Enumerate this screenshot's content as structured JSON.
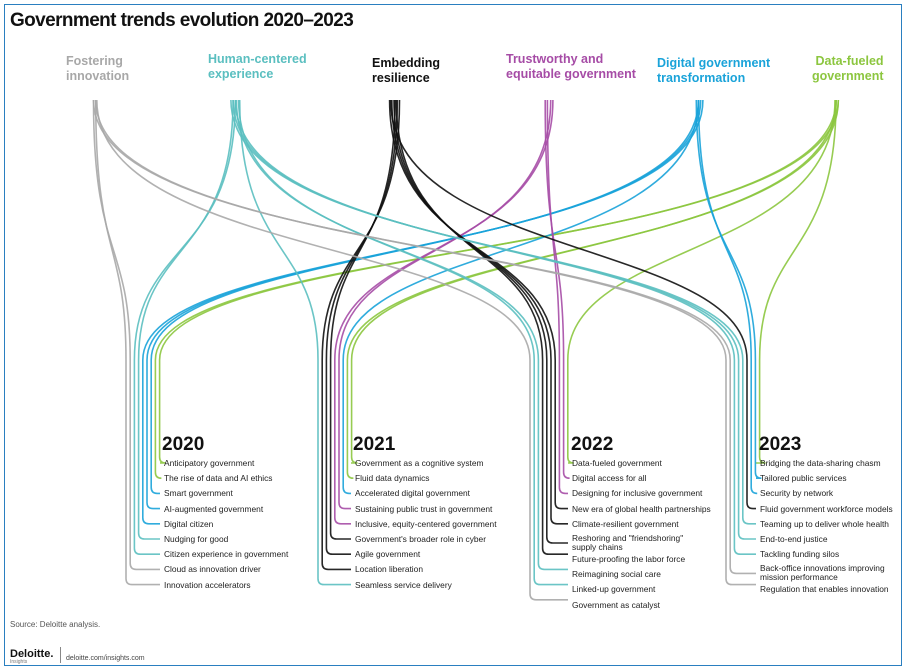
{
  "title": "Government trends evolution 2020–2023",
  "themes": [
    {
      "id": "fostering",
      "label_line1": "Fostering",
      "label_line2": "innovation",
      "color": "#a8a8a8"
    },
    {
      "id": "human",
      "label_line1": "Human-centered",
      "label_line2": "experience",
      "color": "#5bbfc0"
    },
    {
      "id": "resilience",
      "label_line1": "Embedding",
      "label_line2": "resilience",
      "color": "#111111"
    },
    {
      "id": "trust",
      "label_line1": "Trustworthy and",
      "label_line2": "equitable government",
      "color": "#a64ca6"
    },
    {
      "id": "digital",
      "label_line1": "Digital government",
      "label_line2": "transformation",
      "color": "#1aa3d9"
    },
    {
      "id": "data",
      "label_line1": "Data-fueled",
      "label_line2": "government",
      "color": "#8cc63f"
    }
  ],
  "years": [
    {
      "year": "2020",
      "items": [
        {
          "label": "Anticipatory government",
          "theme": "data"
        },
        {
          "label": "The rise of data and AI ethics",
          "theme": "data"
        },
        {
          "label": "Smart government",
          "theme": "digital"
        },
        {
          "label": "AI-augmented government",
          "theme": "digital"
        },
        {
          "label": "Digital citizen",
          "theme": "digital"
        },
        {
          "label": "Nudging for good",
          "theme": "human"
        },
        {
          "label": "Citizen experience in government",
          "theme": "human"
        },
        {
          "label": "Cloud as innovation driver",
          "theme": "fostering"
        },
        {
          "label": "Innovation accelerators",
          "theme": "fostering"
        }
      ]
    },
    {
      "year": "2021",
      "items": [
        {
          "label": "Government as a cognitive system",
          "theme": "data"
        },
        {
          "label": "Fluid data dynamics",
          "theme": "data"
        },
        {
          "label": "Accelerated digital government",
          "theme": "digital"
        },
        {
          "label": "Sustaining public trust in government",
          "theme": "trust"
        },
        {
          "label": "Inclusive, equity-centered government",
          "theme": "trust"
        },
        {
          "label": "Government's broader role in cyber",
          "theme": "resilience"
        },
        {
          "label": "Agile government",
          "theme": "resilience"
        },
        {
          "label": "Location liberation",
          "theme": "resilience"
        },
        {
          "label": "Seamless service delivery",
          "theme": "human"
        }
      ]
    },
    {
      "year": "2022",
      "items": [
        {
          "label": "Data-fueled government",
          "theme": "data"
        },
        {
          "label": "Digital access for all",
          "theme": "trust"
        },
        {
          "label": "Designing for inclusive government",
          "theme": "trust"
        },
        {
          "label": "New era of global health partnerships",
          "theme": "resilience"
        },
        {
          "label": "Climate-resilient government",
          "theme": "resilience"
        },
        {
          "label": "Reshoring and \"friendshoring\" supply chains",
          "theme": "resilience",
          "wrap": true
        },
        {
          "label": "Future-proofing the labor force",
          "theme": "resilience"
        },
        {
          "label": "Reimagining social care",
          "theme": "human"
        },
        {
          "label": "Linked-up government",
          "theme": "human"
        },
        {
          "label": "Government as catalyst",
          "theme": "fostering"
        }
      ]
    },
    {
      "year": "2023",
      "items": [
        {
          "label": "Bridging the data-sharing chasm",
          "theme": "data"
        },
        {
          "label": "Tailored public services",
          "theme": "digital"
        },
        {
          "label": "Security by network",
          "theme": "digital"
        },
        {
          "label": "Fluid government workforce models",
          "theme": "resilience"
        },
        {
          "label": "Teaming up to deliver whole health",
          "theme": "human"
        },
        {
          "label": "End-to-end justice",
          "theme": "human"
        },
        {
          "label": "Tackling funding silos",
          "theme": "human"
        },
        {
          "label": "Back-office innovations improving mission performance",
          "theme": "fostering",
          "wrap": true
        },
        {
          "label": "Regulation that enables innovation",
          "theme": "fostering"
        }
      ]
    }
  ],
  "source": "Source: Deloitte analysis.",
  "logo": {
    "brand": "Deloitte.",
    "sub": "Insights"
  },
  "url": "deloitte.com/insights.com"
}
